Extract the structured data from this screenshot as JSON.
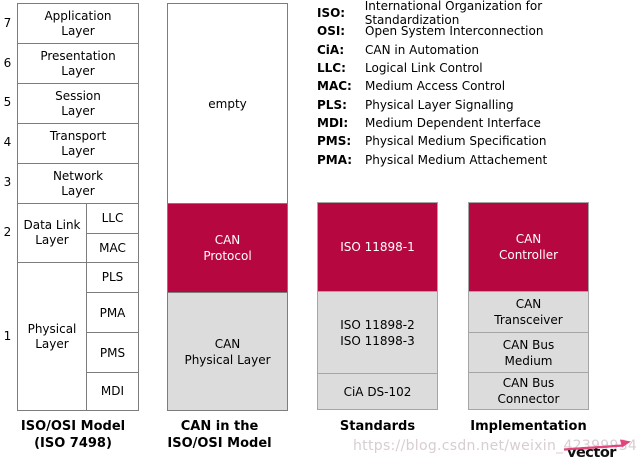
{
  "osi": {
    "numbers": [
      "7",
      "6",
      "5",
      "4",
      "3",
      "2",
      "1"
    ],
    "rows": [
      "Application\nLayer",
      "Presentation\nLayer",
      "Session\nLayer",
      "Transport\nLayer",
      "Network\nLayer"
    ],
    "datalink": {
      "label": "Data Link\nLayer",
      "sub": [
        "LLC",
        "MAC"
      ]
    },
    "physical": {
      "label": "Physical\nLayer",
      "sub": [
        "PLS",
        "PMA",
        "PMS",
        "MDI"
      ]
    },
    "caption": "ISO/OSI Model\n(ISO 7498)"
  },
  "can_model": {
    "empty": "empty",
    "protocol": "CAN\nProtocol",
    "physical": "CAN\nPhysical Layer",
    "caption": "CAN in the\nISO/OSI Model"
  },
  "standards": {
    "top": "ISO 11898-1",
    "mid": "ISO 11898-2\nISO 11898-3",
    "bottom": "CiA DS-102",
    "caption": "Standards"
  },
  "implementation": {
    "top": "CAN\nController",
    "cells": [
      "CAN\nTransceiver",
      "CAN Bus\nMedium",
      "CAN Bus\nConnector"
    ],
    "caption": "Implementation"
  },
  "legend": [
    {
      "abbr": "ISO:",
      "def": "International Organization for Standardization"
    },
    {
      "abbr": "OSI:",
      "def": "Open System Interconnection"
    },
    {
      "abbr": "CiA:",
      "def": "CAN in Automation"
    },
    {
      "abbr": "LLC:",
      "def": "Logical Link Control"
    },
    {
      "abbr": "MAC:",
      "def": "Medium Access Control"
    },
    {
      "abbr": "PLS:",
      "def": "Physical Layer Signalling"
    },
    {
      "abbr": "MDI:",
      "def": "Medium Dependent Interface"
    },
    {
      "abbr": "PMS:",
      "def": "Physical Medium Specification"
    },
    {
      "abbr": "PMA:",
      "def": "Physical Medium Attachement"
    }
  ],
  "watermark": "https://blog.csdn.net/weixin_42399934",
  "logo_text": "vector",
  "colors": {
    "accent_red": "#b60740",
    "box_gray": "#dcdcdc",
    "border_dark": "#7d7d7d",
    "border_light": "#a5a5a5",
    "watermark": "#d7cdd2"
  }
}
